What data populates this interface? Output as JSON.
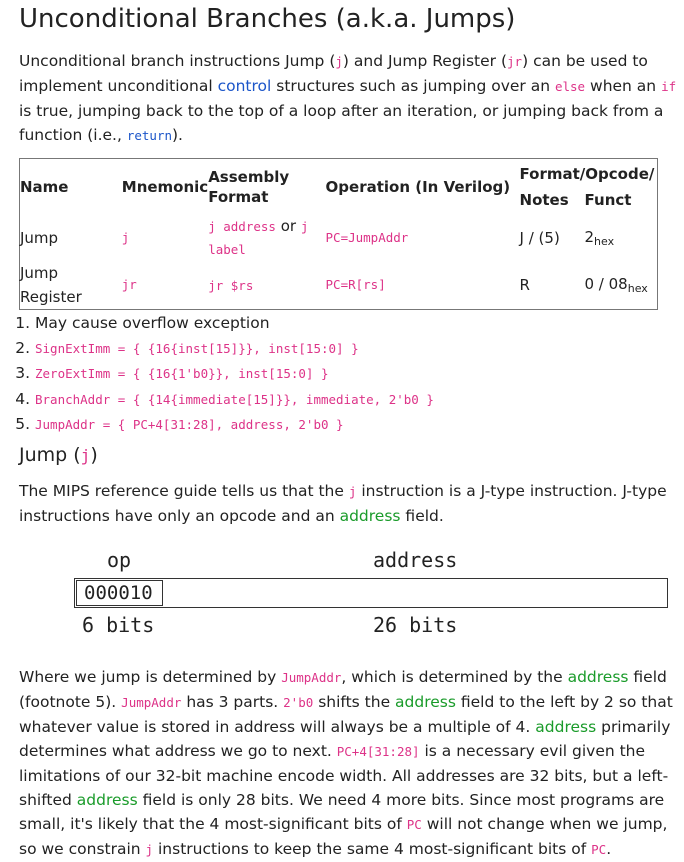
{
  "title": "Unconditional Branches (a.k.a. Jumps)",
  "intro": {
    "t1": "Unconditional branch instructions Jump (",
    "c1": "j",
    "t2": ") and Jump Register (",
    "c2": "jr",
    "t3": ") can be used to implement unconditional ",
    "link": "control",
    "t4": " structures such as jumping over an ",
    "c3": "else",
    "t5": " when an ",
    "c4": "if",
    "t6": " is true, jumping back to the top of a loop after an iteration, or jumping back from a function (i.e., ",
    "c5": "return",
    "t7": ")."
  },
  "table": {
    "headers": {
      "name": "Name",
      "mnemonic": "Mnemonic",
      "assembly": "Assembly Format",
      "operation": "Operation (In Verilog)",
      "format_line1": "Format/Opcode/",
      "notes": "Notes",
      "funct": "Funct"
    },
    "rows": [
      {
        "name": "Jump",
        "mnemonic": "j",
        "asm_a": "j address",
        "asm_or": " or ",
        "asm_b": "j label",
        "op": "PC=JumpAddr",
        "format": "J / (5)",
        "funct_val": "2",
        "funct_sub": "hex"
      },
      {
        "name": "Jump Register",
        "mnemonic": "jr",
        "asm_a": "jr $rs",
        "asm_or": "",
        "asm_b": "",
        "op": "PC=R[rs]",
        "format": "R",
        "funct_val": "0 / 08",
        "funct_sub": "hex"
      }
    ]
  },
  "notes": [
    {
      "text": "May cause overflow exception",
      "code": ""
    },
    {
      "text": "",
      "code": "SignExtImm = { {16{inst[15]}}, inst[15:0] }"
    },
    {
      "text": "",
      "code": "ZeroExtImm = { {16{1'b0}}, inst[15:0] }"
    },
    {
      "text": "",
      "code": "BranchAddr = { {14{immediate[15]}}, immediate, 2'b0 }"
    },
    {
      "text": "",
      "code": "JumpAddr = { PC+4[31:28], address, 2'b0 }"
    }
  ],
  "jump_heading": {
    "t1": "Jump (",
    "code": "j",
    "t2": ")"
  },
  "jump_para": {
    "t1": "The MIPS reference guide tells us that the ",
    "code": "j",
    "t2": " instruction is a J-type instruction. J-type instructions have only an opcode and an ",
    "green": "address",
    "t3": " field."
  },
  "diagram": {
    "op_label": "op",
    "addr_label": "address",
    "op_value": "000010",
    "op_bits": "6 bits",
    "addr_bits": "26 bits"
  },
  "final_para": {
    "t1": "Where we jump is determined by ",
    "c1": "JumpAddr",
    "t2": ", which is determined by the ",
    "g1": "address",
    "t3": " field (footnote 5). ",
    "c2": "JumpAddr",
    "t4": " has 3 parts. ",
    "c3": "2'b0",
    "t5": " shifts the ",
    "g2": "address",
    "t6": " field to the left by 2 so that whatever value is stored in address will always be a multiple of 4. ",
    "g3": "address",
    "t7": " primarily determines what address we go to next. ",
    "c4": "PC+4[31:28]",
    "t8": " is a necessary evil given the limitations of our 32-bit machine encode width. All addresses are 32 bits, but a left-shifted ",
    "g4": "address",
    "t9": " field is only 28 bits. We need 4 more bits. Since most programs are small, it's likely that the 4 most-significant bits of ",
    "c5": "PC",
    "t10": " will not change when we jump, so we constrain ",
    "c6": "j",
    "t11": " instructions to keep the same 4 most-significant bits of ",
    "c7": "PC",
    "t12": "."
  },
  "colors": {
    "code": "#dd3388",
    "link": "#1b55c9",
    "address": "#1a9b2a"
  }
}
